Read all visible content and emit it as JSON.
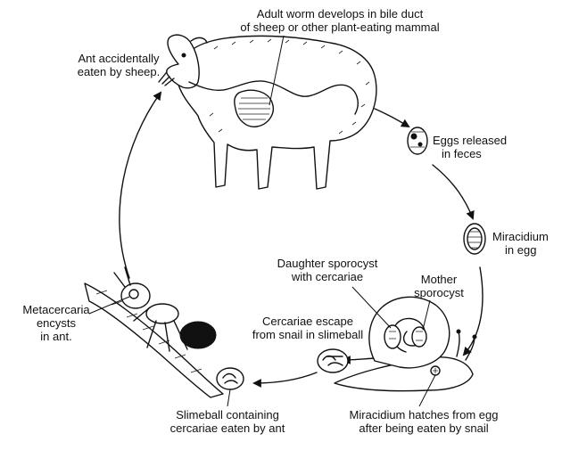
{
  "labels": {
    "adult_worm": [
      "Adult worm develops in bile duct",
      "of sheep or other plant-eating mammal"
    ],
    "ant_eaten": [
      "Ant accidentally",
      "eaten by sheep."
    ],
    "eggs_released": [
      "Eggs released",
      "in feces"
    ],
    "miracidium_in_egg": [
      "Miracidium",
      "in egg"
    ],
    "daughter_sporocyst": [
      "Daughter sporocyst",
      "with cercariae"
    ],
    "mother_sporocyst": [
      "Mother",
      "sporocyst"
    ],
    "metacercaria": [
      "Metacercaria",
      "encysts",
      "in ant."
    ],
    "cercariae_escape": [
      "Cercariae escape",
      "from snail in slimeball"
    ],
    "slimeball_eaten": [
      "Slimeball containing",
      "cercariae eaten by ant"
    ],
    "miracidium_hatches": [
      "Miracidium hatches from egg",
      "after being eaten by snail"
    ]
  }
}
